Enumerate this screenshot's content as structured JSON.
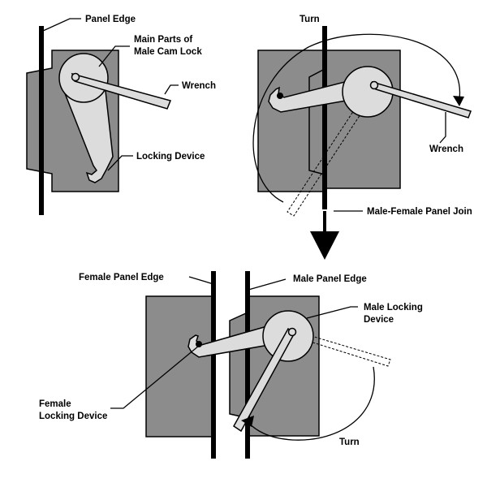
{
  "labels": {
    "panel_edge": "Panel Edge",
    "main_parts_line1": "Main Parts of",
    "main_parts_line2": "Male Cam Lock",
    "wrench_top": "Wrench",
    "locking_device": "Locking Device",
    "turn_top": "Turn",
    "wrench_right": "Wrench",
    "male_female_join": "Male-Female Panel Join",
    "female_panel_edge": "Female Panel Edge",
    "male_panel_edge": "Male Panel Edge",
    "male_locking_line1": "Male Locking",
    "male_locking_line2": "Device",
    "female_locking_line1": "Female",
    "female_locking_line2": "Locking Device",
    "turn_bottom": "Turn"
  },
  "colors": {
    "panel": "#8c8c8c",
    "lock_part": "#dcdcdc",
    "outline": "#000000",
    "background": "#ffffff"
  }
}
